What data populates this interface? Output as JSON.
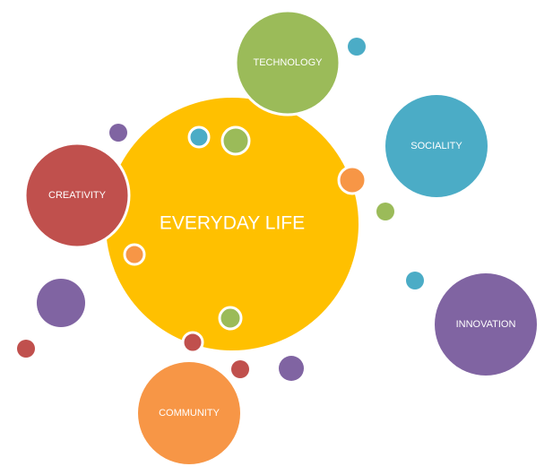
{
  "colors": {
    "yellow": "#FFC000",
    "green": "#9BBB59",
    "teal": "#4BACC6",
    "red": "#C0504D",
    "purple": "#8064A2",
    "orange": "#F79646"
  },
  "diagram": {
    "center_label": "EVERYDAY LIFE",
    "nodes": [
      {
        "label": "TECHNOLOGY",
        "color": "green"
      },
      {
        "label": "SOCIALITY",
        "color": "teal"
      },
      {
        "label": "CREATIVITY",
        "color": "red"
      },
      {
        "label": "INNOVATION",
        "color": "purple"
      },
      {
        "label": "COMMUNITY",
        "color": "orange"
      }
    ]
  }
}
